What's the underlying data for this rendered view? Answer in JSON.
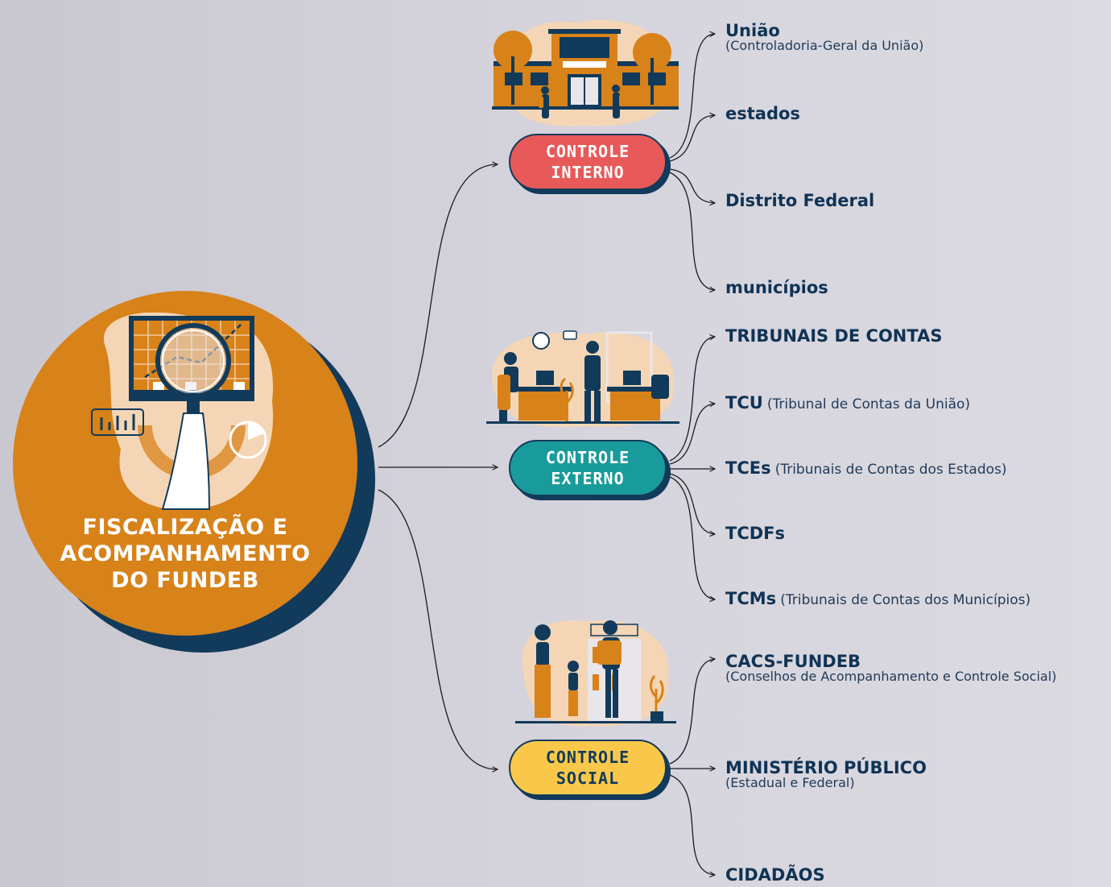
{
  "hub": {
    "title_lines": [
      "FISCALIZAÇÃO E",
      "ACOMPANHAMENTO",
      "DO FUNDEB"
    ],
    "color": "#d8821a",
    "shadow_color": "#123a5a"
  },
  "categories": [
    {
      "lines": [
        "CONTROLE",
        "INTERNO"
      ],
      "color": "#e85a5a",
      "text_color": "#ffffff",
      "illustration": "school-building-illustration",
      "children": [
        {
          "main": "União",
          "sub": "(Controladoria-Geral da União)"
        },
        {
          "main": "estados"
        },
        {
          "main": "Distrito Federal"
        },
        {
          "main": "municípios"
        }
      ]
    },
    {
      "lines": [
        "CONTROLE",
        "EXTERNO"
      ],
      "color": "#1a9b9b",
      "text_color": "#ffffff",
      "illustration": "office-meeting-illustration",
      "children": [
        {
          "main": "TRIBUNAIS DE CONTAS"
        },
        {
          "main": "TCU",
          "inline_sub": "(Tribunal de Contas da União)"
        },
        {
          "main": "TCEs",
          "inline_sub": "(Tribunais de Contas dos Estados)"
        },
        {
          "main": "TCDFs"
        },
        {
          "main": "TCMs",
          "inline_sub": "(Tribunais de Contas dos Municípios)"
        }
      ]
    },
    {
      "lines": [
        "CONTROLE",
        "SOCIAL"
      ],
      "color": "#f9c84b",
      "text_color": "#123a5a",
      "illustration": "family-library-illustration",
      "children": [
        {
          "main": "CACS-FUNDEB",
          "sub": "(Conselhos de Acompanhamento e Controle Social)"
        },
        {
          "main": "MINISTÉRIO PÚBLICO",
          "sub": "(Estadual e Federal)"
        },
        {
          "main": "CIDADÃOS"
        }
      ]
    }
  ],
  "palette": {
    "navy": "#123a5a",
    "orange": "#d8821a",
    "peach": "#f4d6b6",
    "background": "#d4d2da"
  }
}
